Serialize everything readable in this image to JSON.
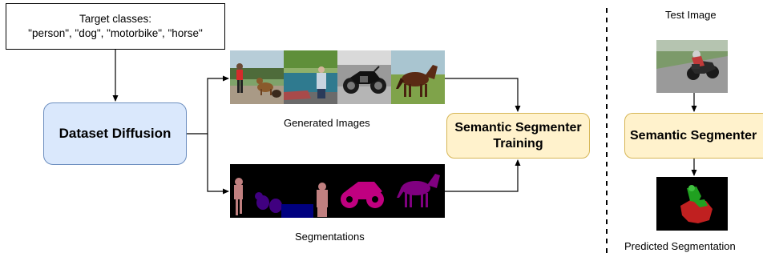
{
  "target": {
    "line1": "Target classes:",
    "line2": "\"person\", \"dog\", \"motorbike\", \"horse\""
  },
  "dataset_diffusion": {
    "label": "Dataset Diffusion"
  },
  "generated_images": {
    "caption": "Generated Images"
  },
  "segmentations": {
    "caption": "Segmentations"
  },
  "trainer": {
    "line1": "Semantic Segmenter",
    "line2": "Training"
  },
  "test": {
    "title": "Test Image",
    "segmenter_label": "Semantic Segmenter",
    "prediction_caption": "Predicted Segmentation"
  },
  "colors": {
    "diffusion_fill": "#dae8fc",
    "diffusion_stroke": "#6c8ebf",
    "segmenter_fill": "#fff2cc",
    "segmenter_stroke": "#d6b656",
    "person": "#c08080",
    "dog": "#400080",
    "motorbike": "#c00080",
    "horse": "#800080",
    "background": "#000000"
  }
}
